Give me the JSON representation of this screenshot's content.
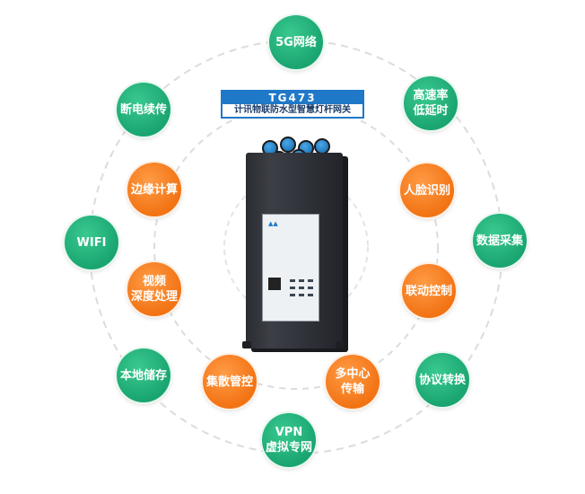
{
  "product": {
    "model": "TG473",
    "description": "计讯物联防水型智慧灯杆网关"
  },
  "features": {
    "outer": [
      "5G网络",
      "高速率\n低延时",
      "数据采集",
      "协议转换",
      "VPN\n虚拟专网",
      "本地储存",
      "WIFI",
      "断电续传"
    ],
    "inner": [
      "人脸识别",
      "联动控制",
      "多中心\n传输",
      "集散管控",
      "视频\n深度处理",
      "边缘计算"
    ]
  },
  "colors": {
    "outer_bubble": "#1aa570",
    "inner_bubble": "#f27314",
    "label_border": "#1f78c8",
    "ring": "#dddddd"
  }
}
